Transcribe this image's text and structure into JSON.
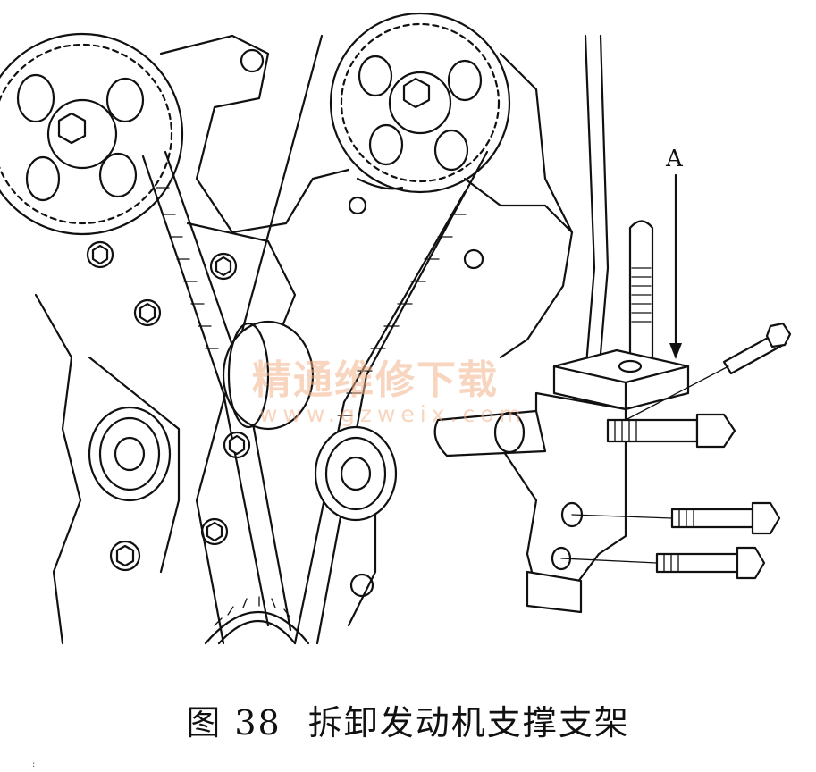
{
  "figure": {
    "caption_number": "图 38",
    "caption_title": "拆卸发动机支撑支架",
    "callout_label": "A"
  },
  "watermark": {
    "site_name": "精通维修下载",
    "url": "www.gzweix.com",
    "color": "#f3b38c"
  },
  "corner_mark": ":"
}
